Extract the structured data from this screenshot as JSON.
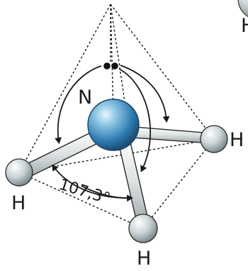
{
  "diagram": {
    "central_atom": "N",
    "bonded_atoms": [
      "H",
      "H",
      "H"
    ],
    "partial_atom": "H",
    "bond_angle": "107,3°",
    "lone_pair": "electron-pair-dots",
    "colors": {
      "nitrogen": "#3d8fc4",
      "hydrogen": "#c9d3d6",
      "bond": "#dfe4e4",
      "lines": "#1a1a1a"
    }
  }
}
